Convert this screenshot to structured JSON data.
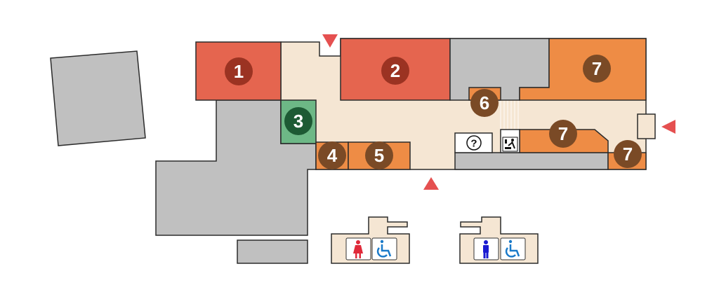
{
  "map": {
    "colors": {
      "floor": "#f5e6d3",
      "building": "#c0c0c0",
      "shop_red": "#e5654f",
      "shop_orange": "#ee8c45",
      "shop_green": "#6db886",
      "marker_red": "#9b3322",
      "marker_brown": "#7a4a26",
      "marker_green": "#1d5a34",
      "entrance_arrow": "#e55050"
    },
    "areas": [
      {
        "id": "area-1",
        "label": "1",
        "kind": "red"
      },
      {
        "id": "area-2",
        "label": "2",
        "kind": "red"
      },
      {
        "id": "area-3",
        "label": "3",
        "kind": "green"
      },
      {
        "id": "area-4",
        "label": "4",
        "kind": "orange"
      },
      {
        "id": "area-5",
        "label": "5",
        "kind": "orange"
      },
      {
        "id": "area-6",
        "label": "6",
        "kind": "orange"
      },
      {
        "id": "area-7a",
        "label": "7",
        "kind": "orange"
      },
      {
        "id": "area-7b",
        "label": "7",
        "kind": "orange"
      },
      {
        "id": "area-7c",
        "label": "7",
        "kind": "orange"
      }
    ],
    "facilities": {
      "info": {
        "icon": "question-icon",
        "label": "?"
      },
      "baby_room": {
        "icon": "baby-changing-icon"
      },
      "restroom_women": {
        "icons": [
          "female-toilet-icon",
          "wheelchair-icon"
        ]
      },
      "restroom_men": {
        "icons": [
          "male-toilet-icon",
          "wheelchair-icon"
        ]
      }
    },
    "entrances": [
      "entrance-north",
      "entrance-east",
      "entrance-south"
    ]
  }
}
